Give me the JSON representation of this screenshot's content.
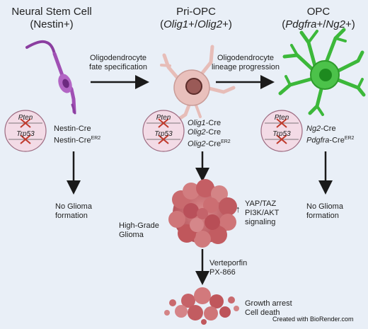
{
  "columns": [
    {
      "title_line1": "Neural Stem Cell",
      "title_line2": "(Nestin+)"
    },
    {
      "title_line1": "Pri-OPC",
      "title_line2_part1": "(",
      "title_line2_gene1": "Olig1",
      "title_line2_part2": "+/",
      "title_line2_gene2": "Olig2",
      "title_line2_part3": "+)"
    },
    {
      "title_line1": "OPC",
      "title_line2_part1": "(",
      "title_line2_gene1": "Pdgfra",
      "title_line2_part2": "+/",
      "title_line2_gene2": "Ng2",
      "title_line2_part3": "+)"
    }
  ],
  "transitions": {
    "first_line1": "Oligodendrocyte",
    "first_line2": "fate specification",
    "second_line1": "Oligodendrocyte",
    "second_line2": "lineage progression"
  },
  "genes": {
    "pten": "Pten",
    "trp53": "Trp53"
  },
  "cre_lines": {
    "nsc": {
      "line1": "Nestin-Cre",
      "line2_base": "Nestin-Cre",
      "line2_sup": "ER2"
    },
    "pri": {
      "line1_gene": "Olig1",
      "line1_rest": "-Cre",
      "line2_gene": "Olig2",
      "line2_rest": "-Cre",
      "line3_gene": "Olig2",
      "line3_rest": "-Cre",
      "line3_sup": "ER2"
    },
    "opc": {
      "line1_gene": "Ng2",
      "line1_rest": "-Cre",
      "line2_gene": "Pdgfra",
      "line2_rest": "-Cre",
      "line2_sup": "ER2"
    }
  },
  "outcomes": {
    "nsc_line1": "No Glioma",
    "nsc_line2": "formation",
    "opc_line1": "No Glioma",
    "opc_line2": "formation",
    "glioma_line1": "High-Grade",
    "glioma_line2": "Glioma",
    "signaling_line1": "YAP/TAZ",
    "signaling_line2": "PI3K/AKT",
    "signaling_line3": "signaling",
    "signaling_arrow": "↑",
    "drug_line1": "Verteporfin",
    "drug_line2": "PX-866",
    "result_line1": "Growth arrest",
    "result_line2": "Cell death"
  },
  "credit": "Created with BioRender.com",
  "colors": {
    "background": "#e9eff7",
    "nsc_cell": "#a050b4",
    "pri_cell": "#e9c0bc",
    "opc_cell": "#3cb83a",
    "tumor": "#c0575c",
    "genotype_circle": "#f3dbe6",
    "cross": "#c0392b"
  }
}
